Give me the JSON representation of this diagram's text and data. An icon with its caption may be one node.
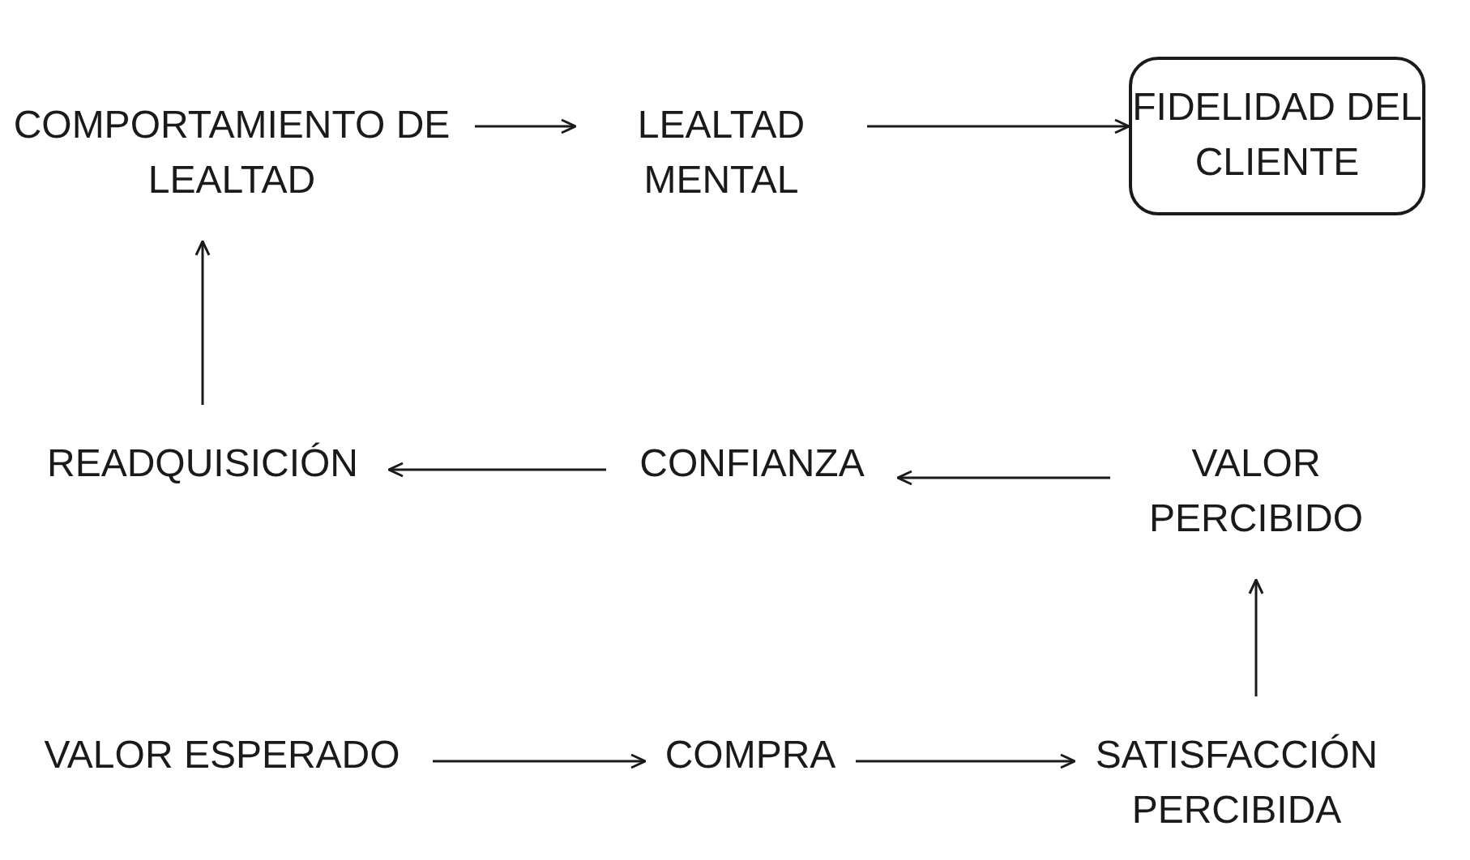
{
  "diagram": {
    "nodes": [
      {
        "text": [
          "COMPORTAMIENTO DE LEALTAD"
        ]
      },
      {
        "text": [
          "LEALTAD MENTAL"
        ]
      },
      {
        "text": [
          "FIDELIDAD DEL CLIENTE"
        ]
      },
      {
        "text": [
          "READQUISICIÓN"
        ]
      },
      {
        "text": [
          "CONFIANZA"
        ]
      },
      {
        "text": [
          "VALOR PERCIBIDO"
        ]
      },
      {
        "text": [
          "VALOR ESPERADO"
        ]
      },
      {
        "text": [
          "COMPRA"
        ]
      },
      {
        "text": [
          "SATISFACCIÓN PERCIBIDA"
        ]
      }
    ],
    "edges": [
      {
        "from": 0,
        "to": 1,
        "arrow": "to"
      },
      {
        "from": 1,
        "to": 2,
        "arrow": "to"
      },
      {
        "from": 3,
        "to": 0,
        "arrow": "to"
      },
      {
        "from": 4,
        "to": 3,
        "arrow": "to"
      },
      {
        "from": 5,
        "to": 4,
        "arrow": "to"
      },
      {
        "from": 8,
        "to": 5,
        "arrow": "to"
      },
      {
        "from": 6,
        "to": 7,
        "arrow": "to"
      },
      {
        "from": 7,
        "to": 8,
        "arrow": "to"
      }
    ]
  }
}
